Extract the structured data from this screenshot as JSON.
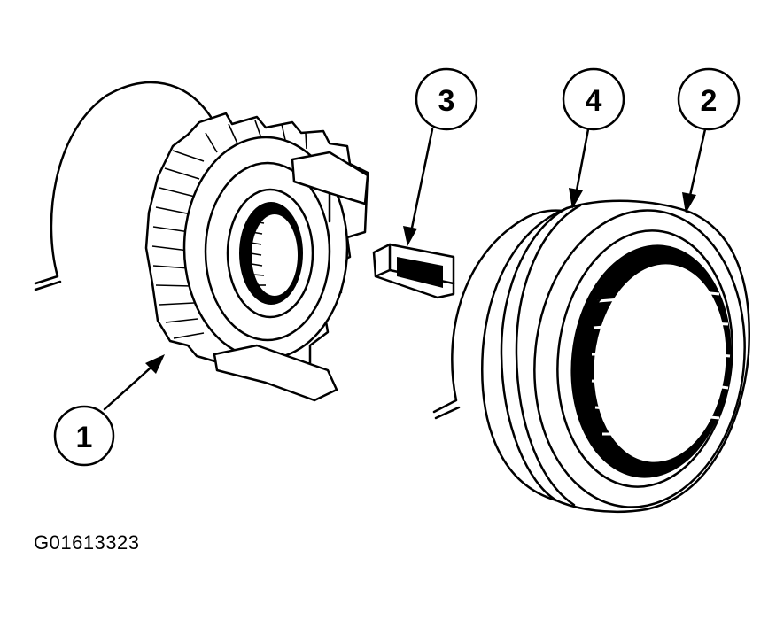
{
  "figure": {
    "id_label": "G01613323",
    "callouts": [
      {
        "key": "hub",
        "label": "1"
      },
      {
        "key": "sleeve",
        "label": "2"
      },
      {
        "key": "insert",
        "label": "3"
      },
      {
        "key": "spring",
        "label": "4"
      }
    ]
  }
}
